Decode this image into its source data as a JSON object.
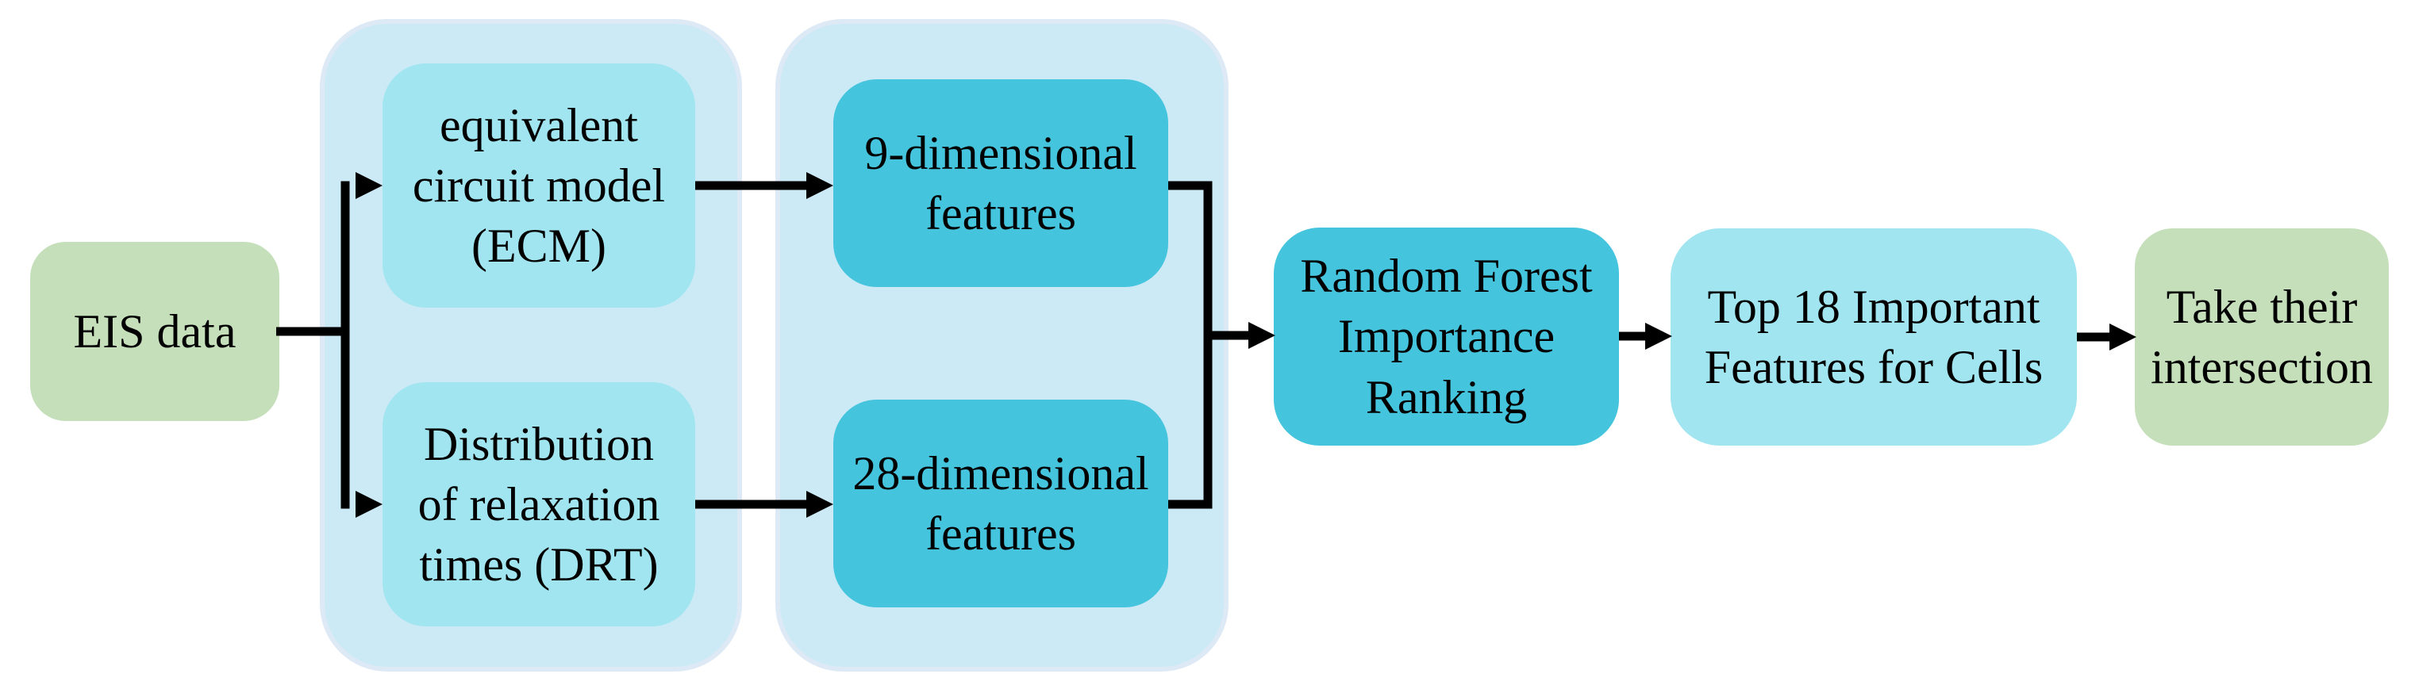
{
  "figure": {
    "type": "flowchart",
    "background": "#ffffff",
    "connector_color": "#000000",
    "palette": {
      "green_node": "#c4dfba",
      "light_cyan_node": "#a1e5f0",
      "dark_cyan_node": "#45c4de",
      "group_fill": "#cceaf6",
      "group_border": "#dde9f5"
    },
    "nodes": {
      "eis_data": {
        "label": "EIS data"
      },
      "ecm": {
        "label": "equivalent\ncircuit model\n(ECM)"
      },
      "drt": {
        "label": "Distribution\nof relaxation\ntimes (DRT)"
      },
      "features_9d": {
        "label": "9-dimensional\nfeatures"
      },
      "features_28d": {
        "label": "28-dimensional\nfeatures"
      },
      "rf_ranking": {
        "label": "Random Forest\nImportance\nRanking"
      },
      "top18": {
        "label": "Top 18 Important\nFeatures for Cells"
      },
      "intersection": {
        "label": "Take their\nintersection"
      }
    }
  }
}
